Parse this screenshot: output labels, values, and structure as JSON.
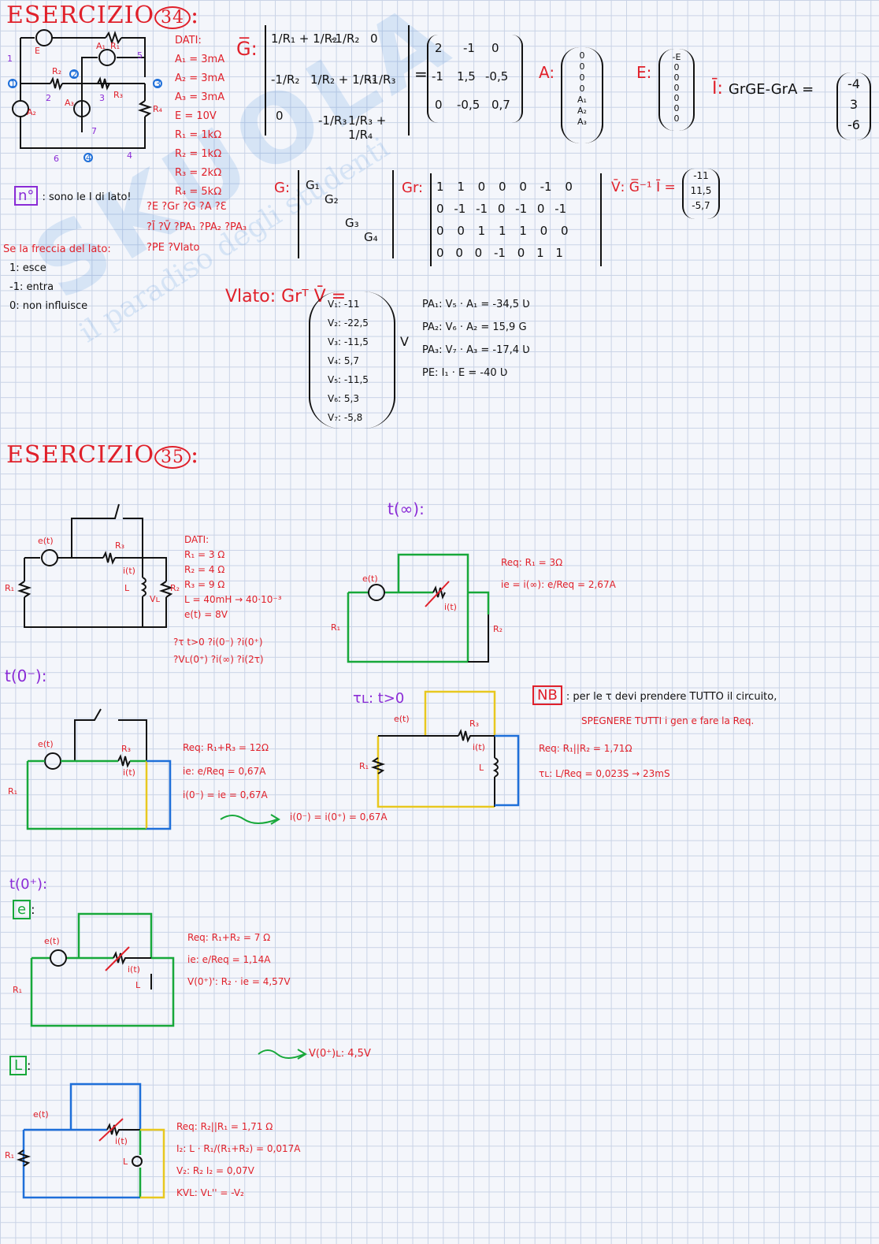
{
  "ex34": {
    "title": "ESERCIZIO",
    "number": "34",
    "colon": ":",
    "data_title": "DATI:",
    "data": [
      "A₁ = 3mA",
      "A₂ = 3mA",
      "A₃ = 3mA",
      "E = 10V",
      "R₁ = 1kΩ",
      "R₂ = 1kΩ",
      "R₃ = 2kΩ",
      "R₄ = 5kΩ"
    ],
    "unknowns": [
      "?E ?Gr ?G ?A ?Ɛ",
      "?Ī ?V̄ ?PA₁ ?PA₂ ?PA₃",
      "?PE ?Vlato"
    ],
    "note_box": "n°",
    "note_text": ": sono le I di lato!",
    "arrow_rule_title": "Se la freccia del lato:",
    "arrow_rules": [
      "1: esce",
      "-1: entra",
      "0: non influisce"
    ],
    "G_label": "G̅:",
    "G_entries": [
      [
        "1/R₁ + 1/R₂",
        "-1/R₂",
        "0"
      ],
      [
        "-1/R₂",
        "1/R₂ + 1/R₃",
        "-1/R₃"
      ],
      [
        "0",
        "-1/R₃",
        "1/R₃ + 1/R₄"
      ]
    ],
    "equals": "=",
    "G_numeric": [
      [
        "2",
        "-1",
        "0"
      ],
      [
        "-1",
        "1,5",
        "-0,5"
      ],
      [
        "0",
        "-0,5",
        "0,7"
      ]
    ],
    "A_label": "A:",
    "A_vector": [
      "0",
      "0",
      "0",
      "0",
      "A₁",
      "A₂",
      "A₃"
    ],
    "E_label": "E:",
    "E_vector": [
      "-E",
      "0",
      "0",
      "0",
      "0",
      "0",
      "0"
    ],
    "I_label": "Ī:",
    "I_formula": "GrGE-GrA =",
    "I_vector": [
      "-4",
      "3",
      "-6"
    ],
    "Gd_label": "G:",
    "Gd_entries": [
      "G₁",
      "G₂",
      "G₃",
      "G₄"
    ],
    "Gr_label": "Gr:",
    "Gr_rows": [
      [
        "1",
        "1",
        "0",
        "0",
        "0",
        "-1",
        "0"
      ],
      [
        "0",
        "-1",
        "-1",
        "0",
        "-1",
        "0",
        "-1"
      ],
      [
        "0",
        "0",
        "1",
        "1",
        "1",
        "0",
        "0"
      ],
      [
        "0",
        "0",
        "0",
        "-1",
        "0",
        "1",
        "1"
      ]
    ],
    "V_label": "V̄: G̅⁻¹ Ī =",
    "V_vector": [
      "-11",
      "11,5",
      "-5,7"
    ],
    "Vlato_label": "Vlato: Grᵀ V̄ =",
    "Vlato_vector": [
      "V₁: -11",
      "V₂: -22,5",
      "V₃: -11,5",
      "V₄: 5,7",
      "V₅: -11,5",
      "V₆: 5,3",
      "V₇: -5,8"
    ],
    "Vlato_unit": "V",
    "powers": [
      "PA₁: V₅ · A₁ = -34,5 Ʋ",
      "PA₂: V₆ · A₂ = 15,9 G",
      "PA₃: V₇ · A₃ = -17,4 Ʋ",
      "PE: I₁ · E = -40 Ʋ"
    ],
    "circuit_labels": {
      "E": "E",
      "A1": "A₁",
      "A2": "A₂",
      "A3": "A₃",
      "R1": "R₁",
      "R2": "R₂",
      "R3": "R₃",
      "R4": "R₄",
      "n1": "1",
      "n2": "2",
      "n3": "3",
      "n4": "4",
      "n5": "5",
      "n6": "6",
      "n7": "7",
      "node1": "1",
      "node2": "2",
      "node3": "3",
      "node4": "4"
    }
  },
  "ex35": {
    "title": "ESERCIZIO",
    "number": "35",
    "colon": ":",
    "data_title": "DATI:",
    "data": [
      "R₁ = 3 Ω",
      "R₂ = 4 Ω",
      "R₃ = 9 Ω",
      "L = 40mH → 40·10⁻³",
      "e(t) = 8V"
    ],
    "unknowns": [
      "?τ t>0 ?i(0⁻) ?i(0⁺)",
      "?Vʟ(0⁺) ?i(∞) ?i(2τ)"
    ],
    "t_inf_label": "t(∞):",
    "t_inf_lines": [
      "Req: R₁ = 3Ω",
      "ie = i(∞): e/Req = 2,67A"
    ],
    "t0m_label": "t(0⁻):",
    "t0m_lines": [
      "Req: R₁+R₃ = 12Ω",
      "ie: e/Req = 0,67A",
      "i(0⁻) = ie = 0,67A"
    ],
    "t0_result": "i(0⁻) = i(0⁺) = 0,67A",
    "tau_label": "τʟ: t>0",
    "tau_lines": [
      "Req: R₁||R₂ = 1,71Ω",
      "τʟ: L/Req = 0,023S → 23mS"
    ],
    "nb_box": "NB",
    "nb_text": ": per le τ devi prendere TUTTO il circuito,",
    "nb_text2": "SPEGNERE TUTTI i gen e fare la Req.",
    "t0p_label": "t(0⁺):",
    "e_box": "e",
    "e_colon": ":",
    "e_lines": [
      "Req: R₁+R₂ = 7 Ω",
      "ie: e/Req = 1,14A",
      "V(0⁺)': R₂ · ie = 4,57V"
    ],
    "v_sum": "V(0⁺)ʟ: 4,5V",
    "L_box": "L",
    "L_colon": ":",
    "L_lines": [
      "Req: R₂||R₁ = 1,71 Ω",
      "I₂: L · R₁/(R₁+R₂) = 0,017A",
      "V₂: R₂ I₂ = 0,07V",
      "KVL: Vʟ'' = -V₂"
    ],
    "circuit_labels": {
      "e": "e(t)",
      "R1": "R₁",
      "R2": "R₂",
      "R3": "R₃",
      "i": "i(t)",
      "L": "L",
      "VL": "Vʟ"
    }
  },
  "watermark": {
    "big": "SKUOLA",
    "small": "il paradiso degli studenti"
  }
}
